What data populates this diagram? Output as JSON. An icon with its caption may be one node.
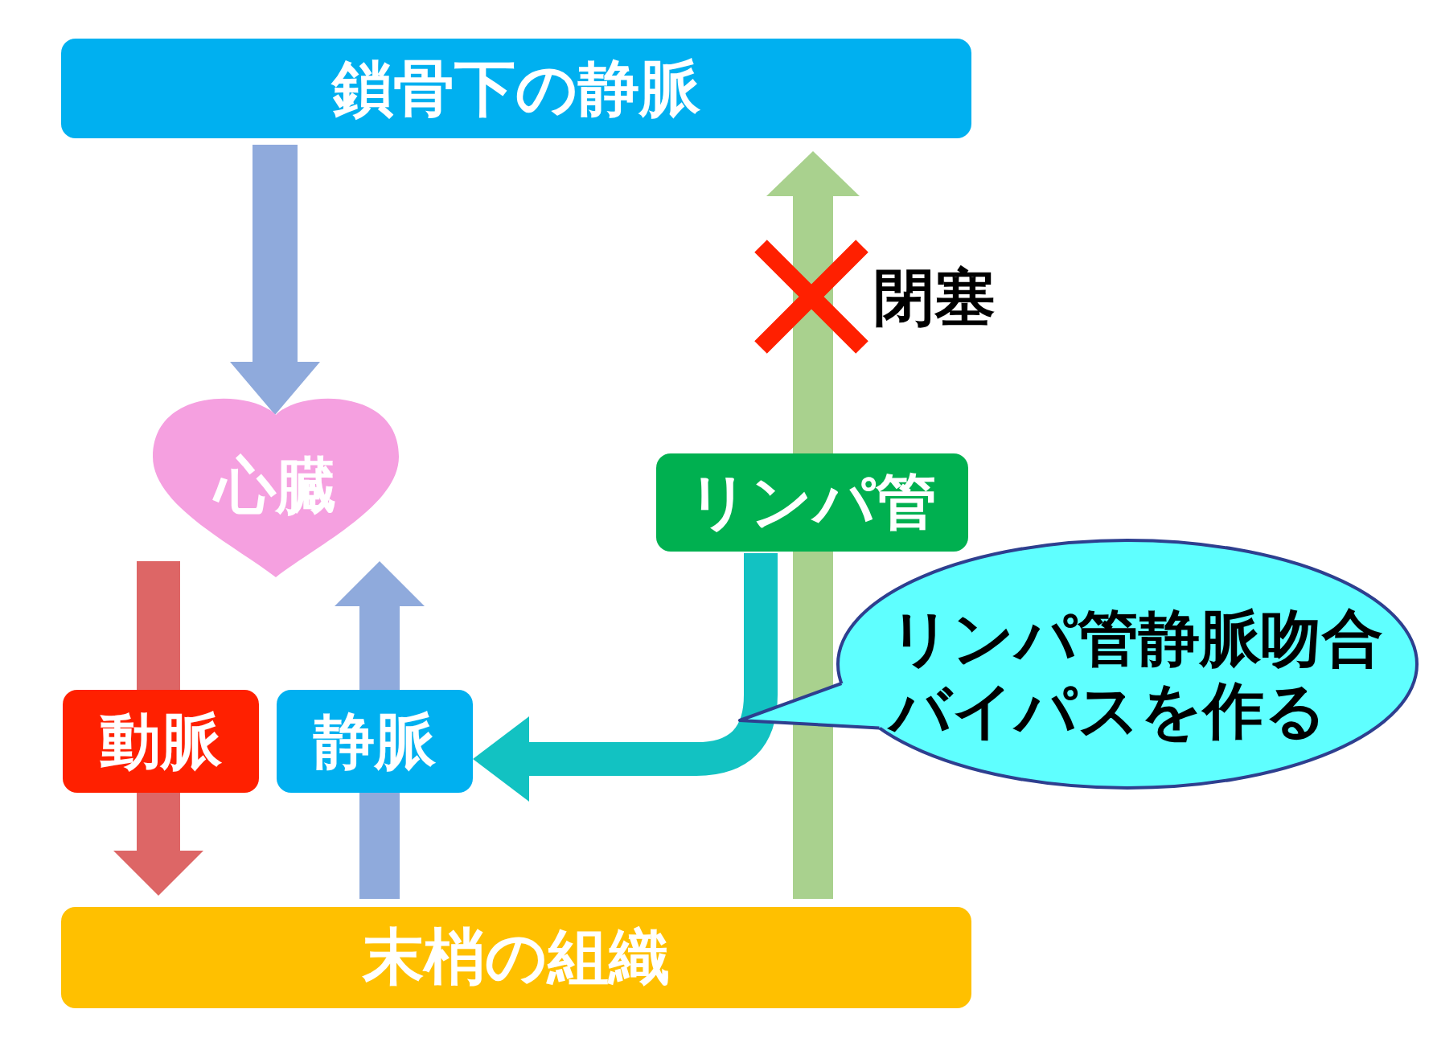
{
  "diagram": {
    "nodes": [
      {
        "text": [
          "鎖骨下の静脈"
        ]
      },
      {
        "text": [
          "心臓"
        ]
      },
      {
        "text": [
          "リンパ管"
        ]
      },
      {
        "text": [
          "リンパ管静脈吻合バイパスを作る"
        ]
      },
      {
        "text": [
          "動脈"
        ]
      },
      {
        "text": [
          "静脈"
        ]
      },
      {
        "text": [
          "末梢の組織"
        ]
      }
    ],
    "edges": [
      {
        "from": 0,
        "to": 1,
        "arrow": "to",
        "color": "#8faadc"
      },
      {
        "from": 1,
        "to": 4,
        "arrow": "none",
        "color": "#dd6666"
      },
      {
        "from": 4,
        "to": 6,
        "arrow": "to",
        "color": "#dd6666"
      },
      {
        "from": 6,
        "to": 5,
        "arrow": "none",
        "color": "#8faadc"
      },
      {
        "from": 5,
        "to": 1,
        "arrow": "to",
        "color": "#8faadc"
      },
      {
        "from": 6,
        "to": 2,
        "arrow": "none",
        "color": "#a9d18e"
      },
      {
        "from": 2,
        "to": 0,
        "arrow": "to",
        "color": "#a9d18e"
      },
      {
        "from": 2,
        "to": 5,
        "arrow": "to",
        "color": "#12c2c2"
      }
    ],
    "labels": [
      "閉塞"
    ]
  }
}
